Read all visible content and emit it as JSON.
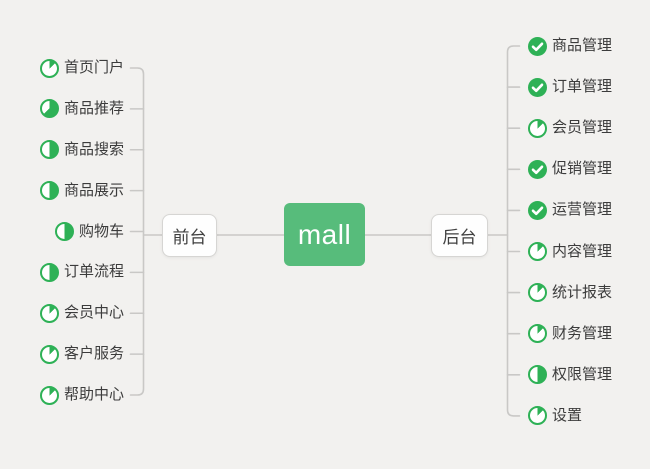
{
  "root": {
    "label": "mall"
  },
  "branches": [
    {
      "label": "前台",
      "side": "left",
      "items": [
        {
          "label": "首页门户",
          "marker": "1/8"
        },
        {
          "label": "商品推荐",
          "marker": "5/8"
        },
        {
          "label": "商品搜索",
          "marker": "4/8"
        },
        {
          "label": "商品展示",
          "marker": "4/8"
        },
        {
          "label": "购物车",
          "marker": "4/8"
        },
        {
          "label": "订单流程",
          "marker": "4/8"
        },
        {
          "label": "会员中心",
          "marker": "1/8"
        },
        {
          "label": "客户服务",
          "marker": "1/8"
        },
        {
          "label": "帮助中心",
          "marker": "1/8"
        }
      ]
    },
    {
      "label": "后台",
      "side": "right",
      "items": [
        {
          "label": "商品管理",
          "marker": "done"
        },
        {
          "label": "订单管理",
          "marker": "done"
        },
        {
          "label": "会员管理",
          "marker": "1/8"
        },
        {
          "label": "促销管理",
          "marker": "done"
        },
        {
          "label": "运营管理",
          "marker": "done"
        },
        {
          "label": "内容管理",
          "marker": "1/8"
        },
        {
          "label": "统计报表",
          "marker": "1/8"
        },
        {
          "label": "财务管理",
          "marker": "1/8"
        },
        {
          "label": "权限管理",
          "marker": "4/8"
        },
        {
          "label": "设置",
          "marker": "1/8"
        }
      ]
    }
  ],
  "colors": {
    "background": "#F2F1EF",
    "root_green": "#57BC7B",
    "icon_green": "#2EB156",
    "line": "#C9C8C6",
    "text": "#3C3C3C",
    "branch_border": "#D6D5D3",
    "check": "#FFFFFF"
  }
}
